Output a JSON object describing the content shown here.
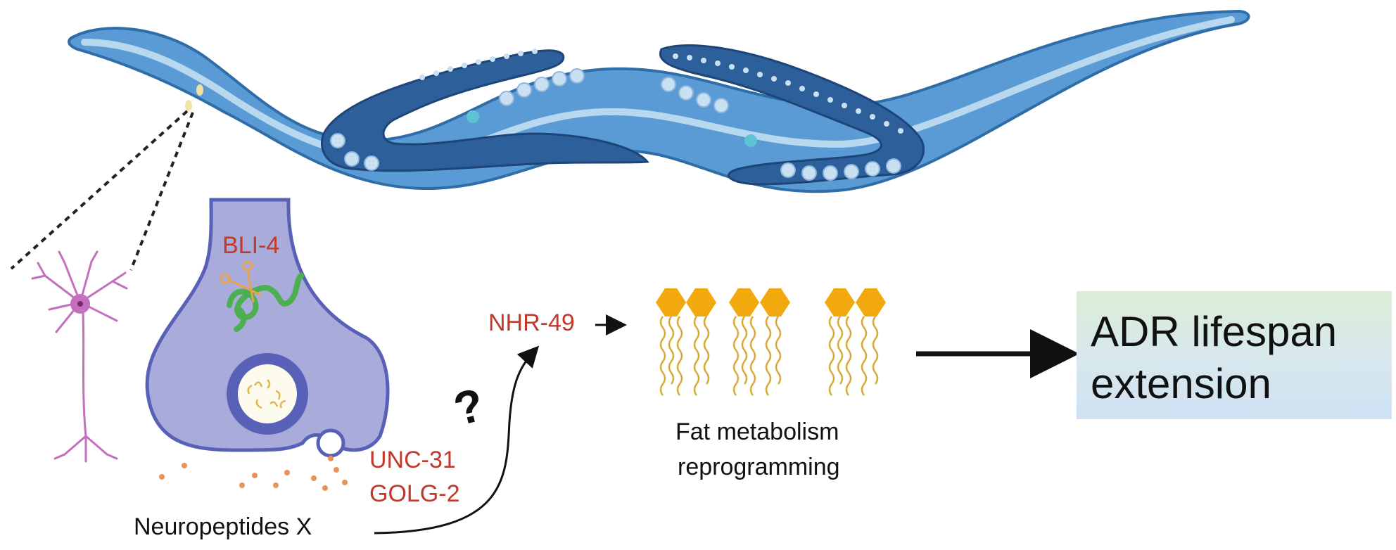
{
  "labels": {
    "bli4": "BLI-4",
    "nhr49": "NHR-49",
    "unc31": "UNC-31",
    "golg2": "GOLG-2",
    "neuropeptides": "Neuropeptides X",
    "fat_line1": "Fat metabolism",
    "fat_line2": "reprogramming",
    "adr_line1": "ADR lifespan",
    "adr_line2": "extension",
    "question": "?"
  },
  "colors": {
    "worm_body": "#5b9bd5",
    "worm_outline": "#2f6da8",
    "worm_light": "#b8d8f0",
    "gonad": "#2d5f9a",
    "oocyte": "#c9dff2",
    "neuron_body": "#a9acdb",
    "neuron_outline": "#5860b8",
    "protein": "#4caf50",
    "scissors": "#e8a24c",
    "vesicle_dots": "#e8925a",
    "label_red": "#c0392b",
    "lipid_head": "#f2a90e",
    "lipid_tail": "#d9a93a",
    "neuron_pink": "#c56fbf",
    "outcome_box": "#d9ebe2"
  },
  "icons": {
    "worm": "c-elegans-worm-icon",
    "neuron": "neuron-icon",
    "synapse": "synaptic-terminal-icon",
    "lipids": "phospholipid-icon",
    "scissors": "scissors-icon"
  }
}
